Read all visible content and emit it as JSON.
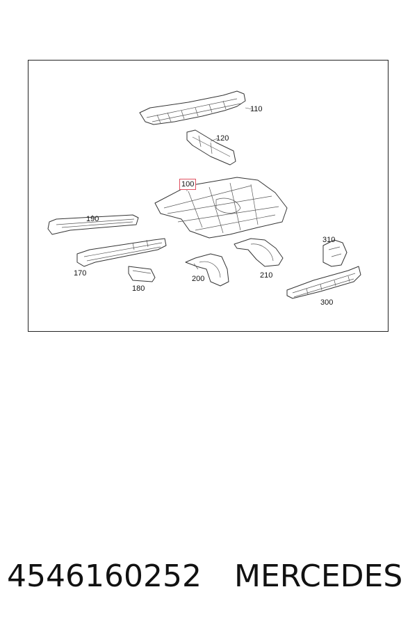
{
  "diagram": {
    "callouts": [
      {
        "id": "110",
        "label": "110"
      },
      {
        "id": "120",
        "label": "120"
      },
      {
        "id": "100",
        "label": "100",
        "highlight": true
      },
      {
        "id": "190",
        "label": "190"
      },
      {
        "id": "170",
        "label": "170"
      },
      {
        "id": "180",
        "label": "180"
      },
      {
        "id": "200",
        "label": "200"
      },
      {
        "id": "210",
        "label": "210"
      },
      {
        "id": "310",
        "label": "310"
      },
      {
        "id": "300",
        "label": "300"
      }
    ],
    "highlight_color": "#e05060"
  },
  "footer": {
    "part_number": "4546160252",
    "brand": "MERCEDES"
  }
}
